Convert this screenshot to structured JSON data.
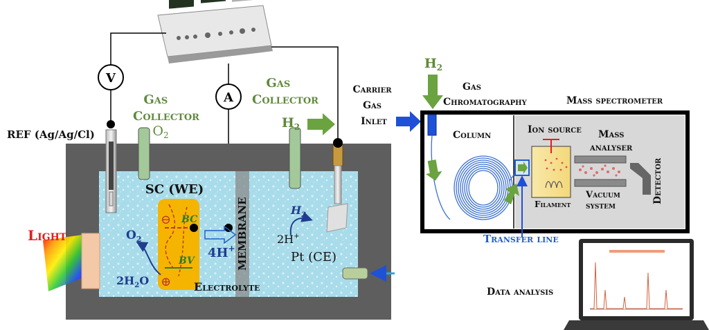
{
  "left_cell": {
    "voltmeter_symbol": "V",
    "ammeter_symbol": "A",
    "ref_label": "REF (Ag/Ag/Cl)",
    "gas_collector_left_line1": "Gas",
    "gas_collector_left_line2": "Collector",
    "gas_left_formula": "O",
    "gas_left_sub": "2",
    "gas_collector_right_line1": "Gas",
    "gas_collector_right_line2": "Collector",
    "gas_right_formula": "H",
    "gas_right_sub": "2",
    "sc_label": "SC (WE)",
    "membrane_label": "MEMBRANE",
    "light_label": "Light",
    "o2_formula": "O",
    "o2_sub": "2",
    "water_formula": "2H",
    "water_sub": "2",
    "water_suffix": "O",
    "bc_label": "BC",
    "bv_label": "BV",
    "minus_symbol": "⊖",
    "plus_symbol": "⊕",
    "proton_label": "4H",
    "proton_sup": "+",
    "h2_formula": "H",
    "h2_sub": "2",
    "h_plus_formula": "2H",
    "h_plus_sup": "+",
    "pt_label": "Pt (CE)",
    "electrolyte_label": "Electrolyte"
  },
  "right_system": {
    "h2_formula": "H",
    "h2_sub": "2",
    "carrier_line1": "Carrier",
    "carrier_line2": "Gas",
    "carrier_line3": "Inlet",
    "gc_line1": "Gas",
    "gc_line2": "Chromatography",
    "ms_label": "Mass spectrometer",
    "column_label": "Column",
    "ion_source_label": "Ion source",
    "mass_analyser_line1": "Mass",
    "mass_analyser_line2": "analyser",
    "detector_label": "Detector",
    "vacuum_line1": "Vacuum",
    "vacuum_line2": "system",
    "filament_label": "Filament",
    "transfer_line_label": "Transfer line",
    "data_analysis_label": "Data analysis"
  },
  "colors": {
    "green_text": "#5f8a3a",
    "green_arrow": "#6aa340",
    "blue_arrow": "#1e50d8",
    "blue_text": "#1f5fc6",
    "red_text": "#e02020",
    "sc_fill": "#f5b400",
    "water": "#a6dbe8",
    "cell_wall": "#5e5e5e"
  }
}
